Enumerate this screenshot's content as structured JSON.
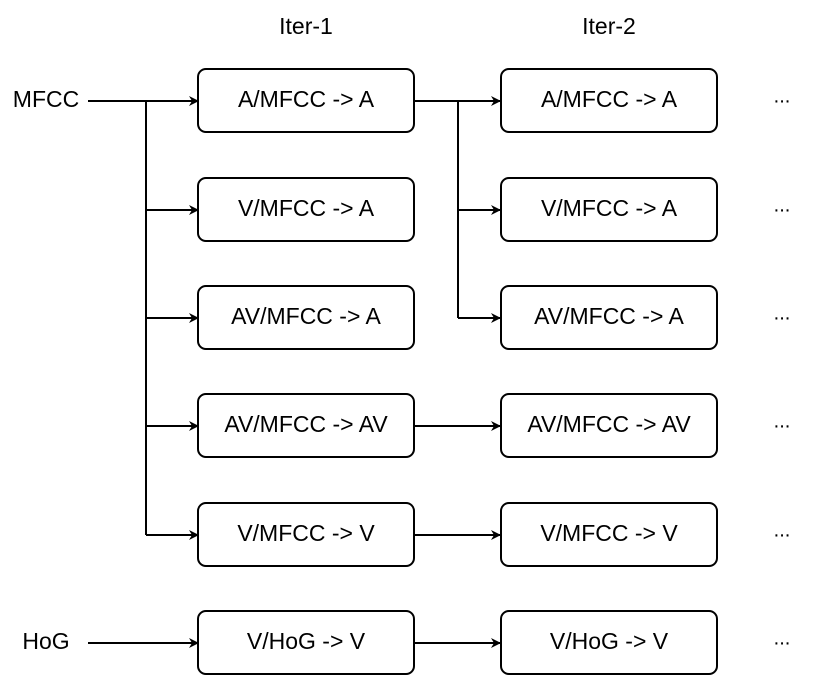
{
  "columns": {
    "iter1": "Iter-1",
    "iter2": "Iter-2"
  },
  "inputs": {
    "mfcc": "MFCC",
    "hog": "HoG"
  },
  "rows": [
    {
      "iter1": "A/MFCC -> A",
      "iter2": "A/MFCC -> A",
      "continuation": "..."
    },
    {
      "iter1": "V/MFCC -> A",
      "iter2": "V/MFCC -> A",
      "continuation": "..."
    },
    {
      "iter1": "AV/MFCC -> A",
      "iter2": "AV/MFCC -> A",
      "continuation": "..."
    },
    {
      "iter1": "AV/MFCC -> AV",
      "iter2": "AV/MFCC -> AV",
      "continuation": "..."
    },
    {
      "iter1": "V/MFCC -> V",
      "iter2": "V/MFCC -> V",
      "continuation": "..."
    },
    {
      "iter1": "V/HoG -> V",
      "iter2": "V/HoG -> V",
      "continuation": "..."
    }
  ],
  "colors": {
    "stroke": "#000000",
    "background": "#ffffff"
  }
}
